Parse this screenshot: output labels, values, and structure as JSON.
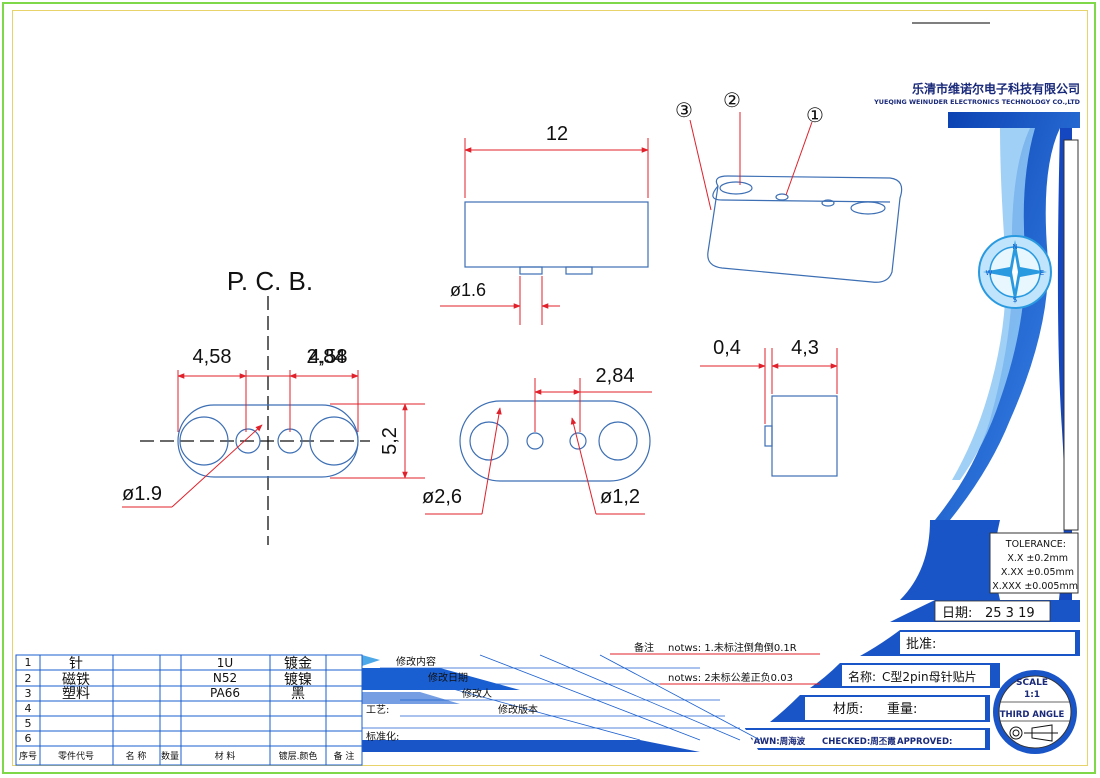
{
  "company": {
    "name_cn": "乐清市维诺尔电子科技有限公司",
    "name_en": "YUEQING WEINUDER ELECTRONICS TECHNOLOGY CO.,LTD"
  },
  "drawing": {
    "pcb_label": "P. C. B.",
    "top_length": "12",
    "pin_dia_side": "ø1.6",
    "pcb_dim_left": "4,58",
    "pcb_dim_right": "2,84",
    "pcb_dim_right_overlap": "4,58",
    "pcb_height": "5,2",
    "pcb_hole_dia": "ø1.9",
    "bottom_dim": "2,84",
    "bottom_hole_large": "ø2,6",
    "bottom_hole_small": "ø1,2",
    "side_dim_a": "0,4",
    "side_dim_b": "4,3",
    "callouts": [
      "①",
      "②",
      "③"
    ]
  },
  "tolerance": {
    "title": "TOLERANCE:",
    "lines": [
      "X.X  ±0.2mm",
      "X.XX  ±0.05mm",
      "X.XXX  ±0.005mm"
    ]
  },
  "title_block": {
    "date_label": "日期:",
    "date_value": "25  3  19",
    "approve_label": "批准:",
    "name_label": "名称:",
    "name_value": "C型2pin母针贴片",
    "material_label": "材质:",
    "weight_label": "重量:",
    "drawn": "DRAWN:周海波",
    "checked": "CHECKED:周丕霞",
    "approved": "APPROVED:",
    "scale_label": "SCALE",
    "scale_value": "1:1",
    "third_angle": "THIRD ANGLE",
    "notes_label": "备注",
    "note1": "notws: 1.未标注倒角倒0.1R",
    "note2": "notws: 2未标公差正负0.03",
    "rev_content": "修改内容",
    "rev_date": "修改日期",
    "rev_person": "修改人",
    "rev_version": "修改版本",
    "process_label": "工艺:",
    "standard_label": "标准化:"
  },
  "bom": {
    "headers": [
      "序号",
      "零件代号",
      "名 称",
      "数量",
      "材 料",
      "镀层.颜色",
      "备 注"
    ],
    "rows": [
      {
        "no": "1",
        "name": "针",
        "material": "1U",
        "finish": "镀金"
      },
      {
        "no": "2",
        "name": "磁铁",
        "material": "N52",
        "finish": "镀镍"
      },
      {
        "no": "3",
        "name": "塑料",
        "material": "PA66",
        "finish": "黑"
      },
      {
        "no": "4",
        "name": "",
        "material": "",
        "finish": ""
      },
      {
        "no": "5",
        "name": "",
        "material": "",
        "finish": ""
      },
      {
        "no": "6",
        "name": "",
        "material": "",
        "finish": ""
      }
    ]
  },
  "compass": {
    "n": "N",
    "s": "S",
    "e": "E",
    "w": "W"
  },
  "colors": {
    "line": "#3d6fb4",
    "dim": "#e0202a",
    "blue": "#1a5fd1",
    "dark": "#1a2a7a"
  }
}
